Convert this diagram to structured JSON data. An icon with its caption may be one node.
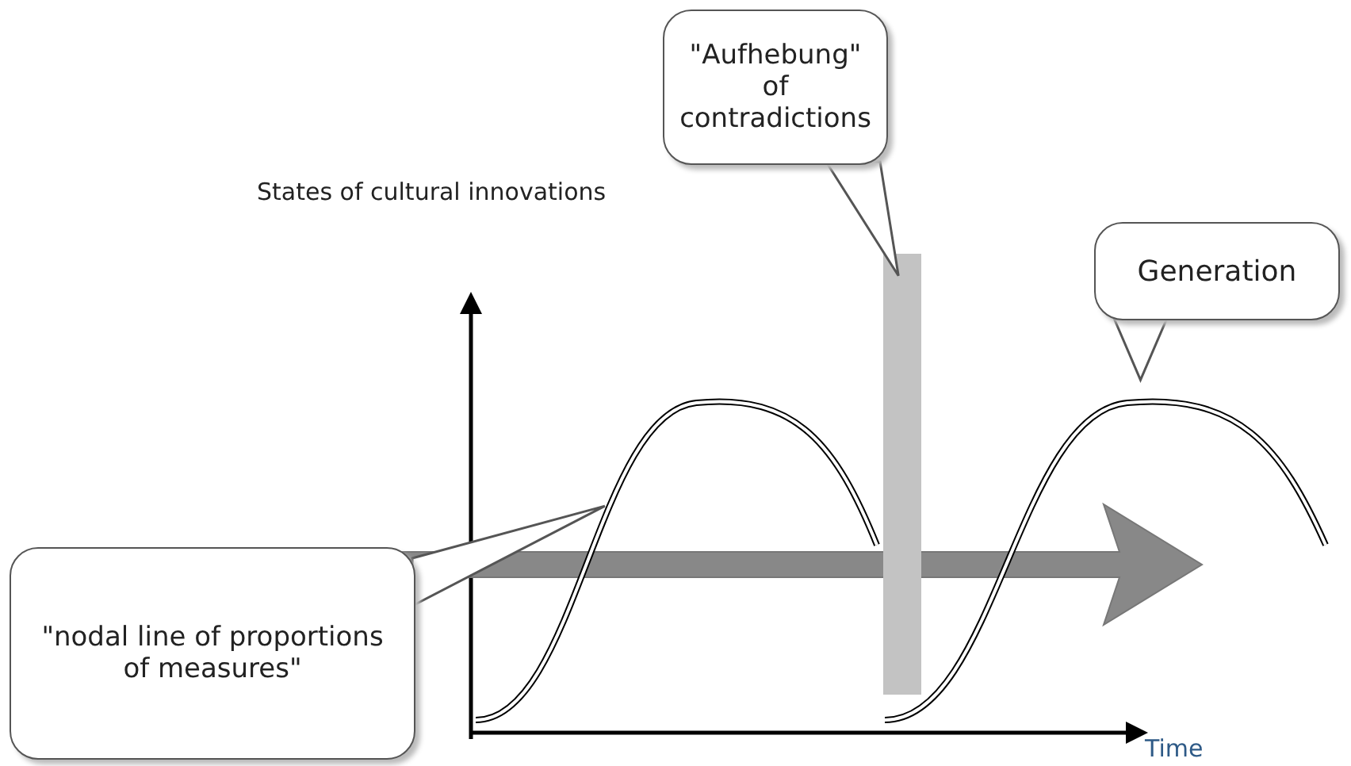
{
  "diagram": {
    "nodes": [
      {
        "text": [
          "\"Aufhebung\" of contradictions"
        ]
      },
      {
        "text": [
          "Generation"
        ]
      },
      {
        "text": [],
        "shape": "arrow"
      },
      {
        "text": [],
        "shape": "curve"
      },
      {
        "text": [],
        "shape": "bar"
      },
      {
        "text": [],
        "shape": "curve"
      },
      {
        "text": [
          "\"nodal line of proportions of measures\""
        ]
      }
    ],
    "edges": [
      {
        "from": 0,
        "to": 4,
        "arrow": "to"
      },
      {
        "from": 1,
        "to": 5,
        "arrow": "to"
      },
      {
        "from": 6,
        "to": 2,
        "arrow": "to"
      }
    ],
    "labels": [
      "States of cultural innovations",
      "Time"
    ]
  }
}
